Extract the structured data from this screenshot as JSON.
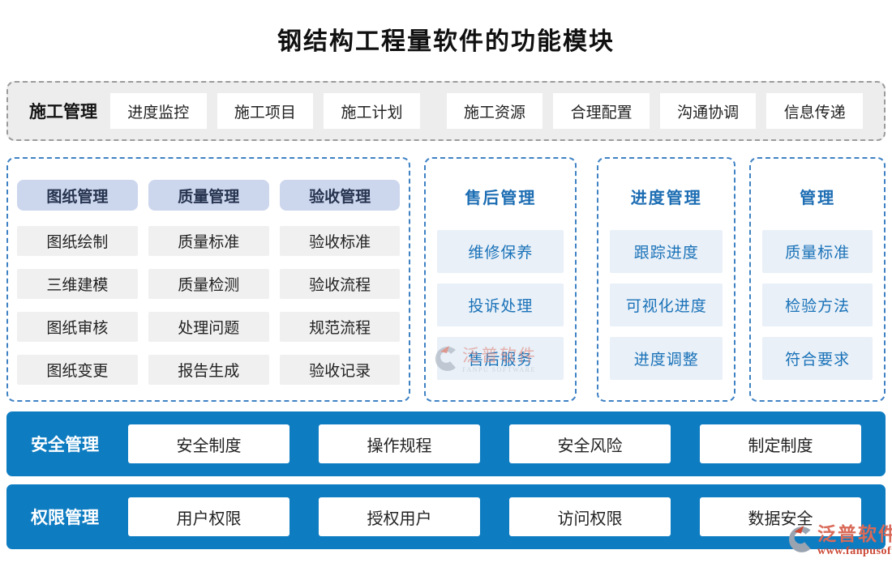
{
  "title": "钢结构工程量软件的功能模块",
  "colors": {
    "bar_blue": "#0e7cc1",
    "panel_dash_blue": "#3f82c4",
    "header_chip_blue": "#ccd6ed",
    "light_chip_blue": "#e9f0f8",
    "chip_text_blue": "#1a72b8",
    "top_box_gray": "#ededed",
    "watermark_red": "#cc4936"
  },
  "construction": {
    "label": "施工管理",
    "items": [
      {
        "label": "进度监控"
      },
      {
        "label": "施工项目"
      },
      {
        "label": "施工计划"
      },
      {
        "label": "施工资源"
      },
      {
        "label": "合理配置"
      },
      {
        "label": "沟通协调"
      },
      {
        "label": "信息传递"
      }
    ]
  },
  "drawing_panel": {
    "columns": [
      {
        "header": "图纸管理",
        "items": [
          "图纸绘制",
          "三维建模",
          "图纸审核",
          "图纸变更"
        ]
      },
      {
        "header": "质量管理",
        "items": [
          "质量标准",
          "质量检测",
          "处理问题",
          "报告生成"
        ]
      },
      {
        "header": "验收管理",
        "items": [
          "验收标准",
          "验收流程",
          "规范流程",
          "验收记录"
        ]
      }
    ]
  },
  "side_panels": [
    {
      "title": "售后管理",
      "items": [
        "维修保养",
        "投诉处理",
        "售后服务"
      ]
    },
    {
      "title": "进度管理",
      "items": [
        "跟踪进度",
        "可视化进度",
        "进度调整"
      ]
    },
    {
      "title": "管理",
      "items": [
        "质量标准",
        "检验方法",
        "符合要求"
      ]
    }
  ],
  "bars": [
    {
      "label": "安全管理",
      "items": [
        "安全制度",
        "操作规程",
        "安全风险",
        "制定制度"
      ]
    },
    {
      "label": "权限管理",
      "items": [
        "用户权限",
        "授权用户",
        "访问权限",
        "数据安全"
      ]
    }
  ],
  "watermark": {
    "brand": "泛普软件",
    "subtitle": "FANPU SOFTWARE",
    "url": "www.fanpusoft.com"
  }
}
